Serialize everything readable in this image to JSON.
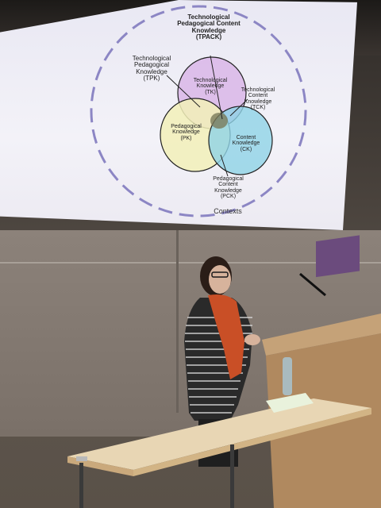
{
  "slide": {
    "diagram_labels": {
      "tpack": "Technological\nPedagogical Content\nKnowledge\n(TPACK)",
      "tpk": "Technological\nPedagogical\nKnowledge\n(TPK)",
      "tck": "Technological\nContent\nKnowledge\n(TCK)",
      "tk": "Technological\nKnowledge\n(TK)",
      "pk": "Pedagogical\nKnowledge\n(PK)",
      "ck": "Content\nKnowledge\n(CK)",
      "pck": "Pedagogical\nContent\nKnowledge\n(PCK)",
      "contexts": "Contexts"
    }
  },
  "colors": {
    "tk_circle": "#d9b6e8",
    "pk_circle": "#f2f0b8",
    "ck_circle": "#8fd3e6",
    "center": "#7a7a5a",
    "dashed_ring": "#8c86c4"
  }
}
